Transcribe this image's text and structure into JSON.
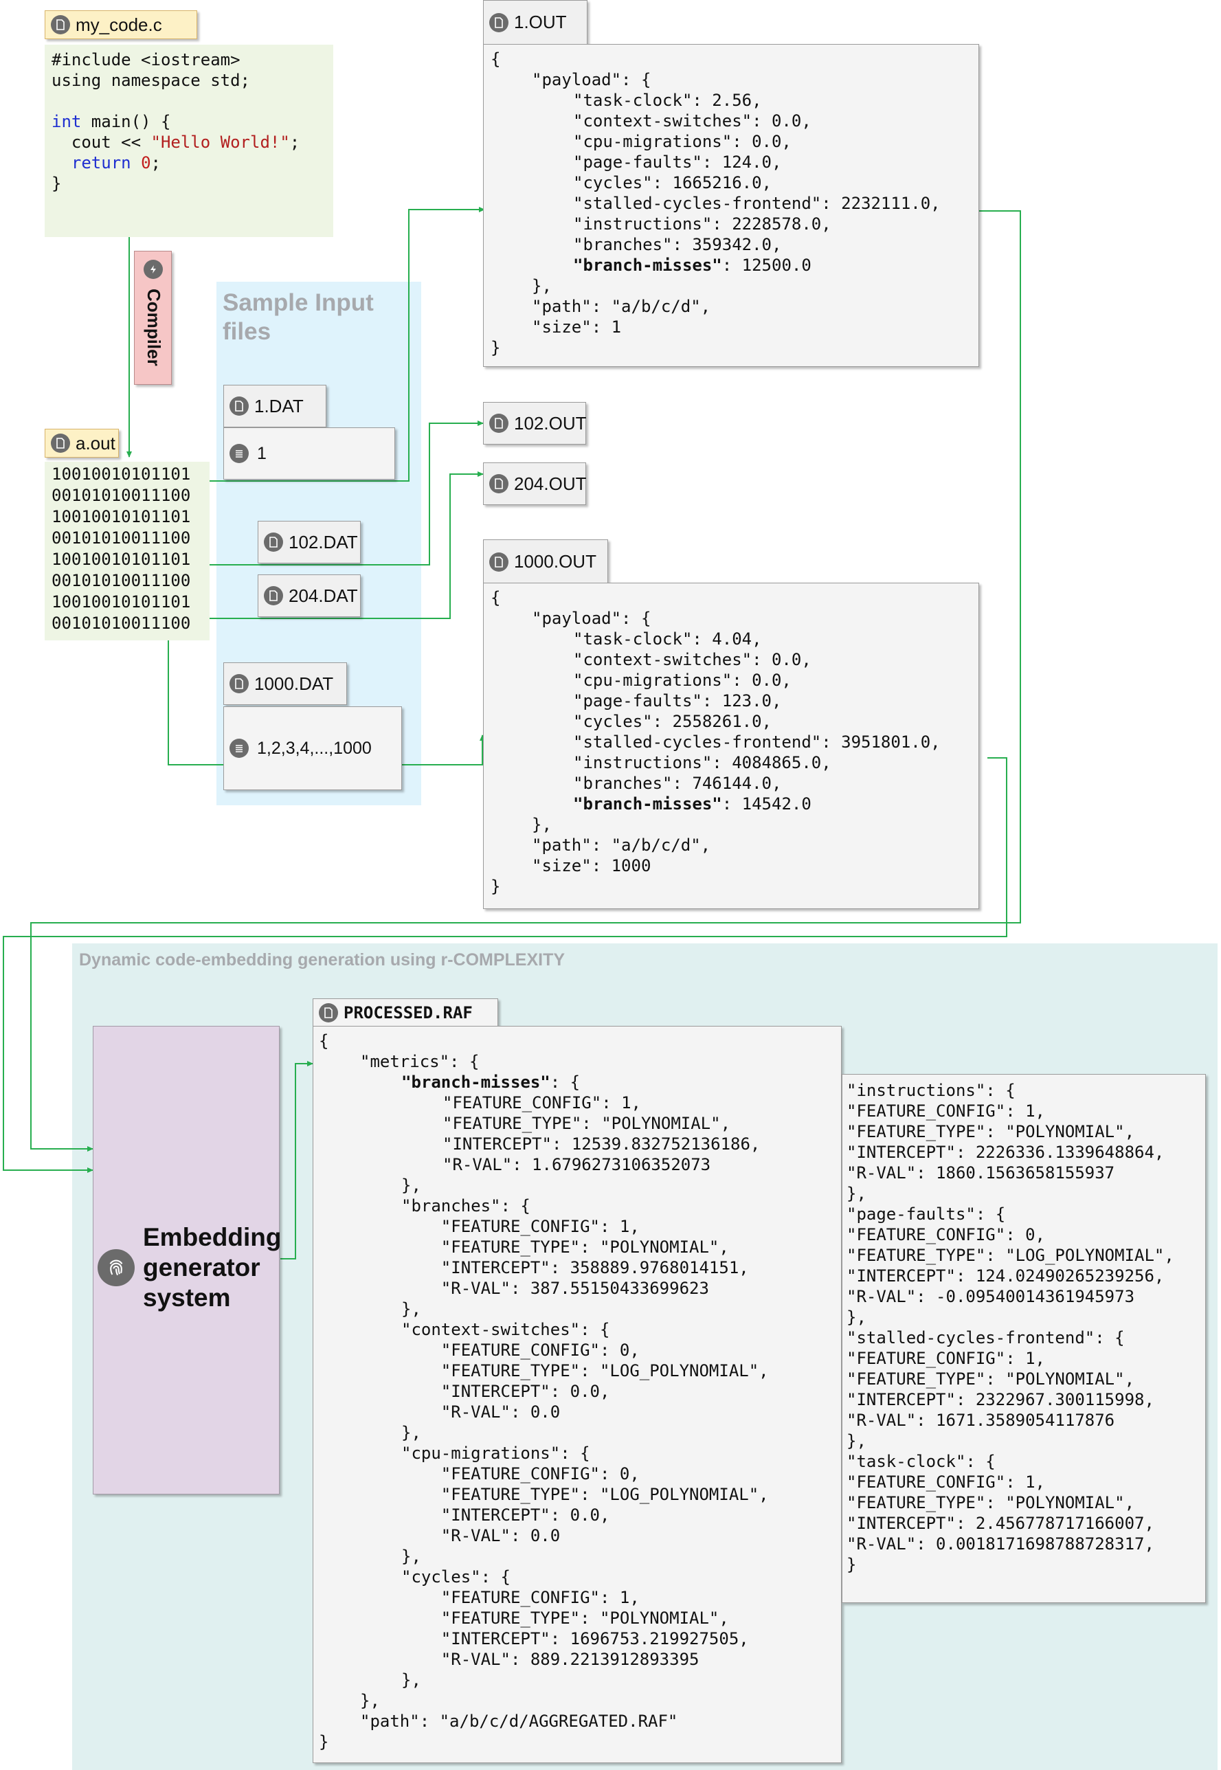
{
  "source_file": {
    "tab": "my_code.c",
    "lines": [
      "#include <iostream>",
      "using namespace std;",
      "",
      "int main() {",
      "  cout << \"Hello World!\";",
      "  return 0;",
      "}"
    ]
  },
  "compiler": {
    "label": "Compiler"
  },
  "binary": {
    "tab": "a.out",
    "lines": [
      "10010010101101",
      "00101010011100",
      "10010010101101",
      "00101010011100",
      "10010010101101",
      "00101010011100",
      "10010010101101",
      "00101010011100"
    ]
  },
  "sample_inputs": {
    "title": "Sample Input files",
    "files": [
      {
        "name": "1.DAT",
        "content": "1"
      },
      {
        "name": "102.DAT"
      },
      {
        "name": "204.DAT"
      },
      {
        "name": "1000.DAT",
        "content": "1,2,3,4,...,1000"
      }
    ]
  },
  "outputs": {
    "out1": {
      "tab": "1.OUT",
      "open": "{",
      "payload_key": "\"payload\": {",
      "lines": [
        "\"task-clock\": 2.56,",
        "\"context-switches\": 0.0,",
        "\"cpu-migrations\": 0.0,",
        "\"page-faults\": 124.0,",
        "\"cycles\": 1665216.0,",
        "\"stalled-cycles-frontend\": 2232111.0,",
        "\"instructions\": 2228578.0,",
        "\"branches\": 359342.0,"
      ],
      "bm_key": "\"branch-misses\"",
      "bm_val": ": 12500.0",
      "close_payload": "},",
      "path": "\"path\": \"a/b/c/d\",",
      "size": "\"size\": 1",
      "close": "}"
    },
    "out102": {
      "tab": "102.OUT"
    },
    "out204": {
      "tab": "204.OUT"
    },
    "out1000": {
      "tab": "1000.OUT",
      "open": "{",
      "payload_key": "\"payload\": {",
      "lines": [
        "\"task-clock\": 4.04,",
        "\"context-switches\": 0.0,",
        "\"cpu-migrations\": 0.0,",
        "\"page-faults\": 123.0,",
        "\"cycles\": 2558261.0,",
        "\"stalled-cycles-frontend\": 3951801.0,",
        "\"instructions\": 4084865.0,",
        "\"branches\": 746144.0,"
      ],
      "bm_key": "\"branch-misses\"",
      "bm_val": ": 14542.0",
      "close_payload": "},",
      "path": "\"path\": \"a/b/c/d\",",
      "size": "\"size\": 1000",
      "close": "}"
    }
  },
  "embedding": {
    "section_title": "Dynamic code-embedding generation using r-COMPLEXITY",
    "system_label": "Embedding generator system",
    "processed": {
      "tab": "PROCESSED.RAF",
      "open": "{",
      "metrics_key": "\"metrics\": {",
      "bm_key": "\"branch-misses\"",
      "bm_rest": ": {",
      "bm_lines": [
        "\"FEATURE_CONFIG\": 1,",
        "\"FEATURE_TYPE\": \"POLYNOMIAL\",",
        "\"INTERCEPT\": 12539.832752136186,",
        "\"R-VAL\": 1.6796273106352073"
      ],
      "rest_lines": [
        "},",
        "\"branches\": {",
        "    \"FEATURE_CONFIG\": 1,",
        "    \"FEATURE_TYPE\": \"POLYNOMIAL\",",
        "    \"INTERCEPT\": 358889.9768014151,",
        "    \"R-VAL\": 387.55150433699623",
        "},",
        "\"context-switches\": {",
        "    \"FEATURE_CONFIG\": 0,",
        "    \"FEATURE_TYPE\": \"LOG_POLYNOMIAL\",",
        "    \"INTERCEPT\": 0.0,",
        "    \"R-VAL\": 0.0",
        "},",
        "\"cpu-migrations\": {",
        "    \"FEATURE_CONFIG\": 0,",
        "    \"FEATURE_TYPE\": \"LOG_POLYNOMIAL\",",
        "    \"INTERCEPT\": 0.0,",
        "    \"R-VAL\": 0.0",
        "},",
        "\"cycles\": {",
        "    \"FEATURE_CONFIG\": 1,",
        "    \"FEATURE_TYPE\": \"POLYNOMIAL\",",
        "    \"INTERCEPT\": 1696753.219927505,",
        "    \"R-VAL\": 889.2213912893395",
        "},"
      ],
      "close_metrics": "},",
      "path": "\"path\": \"a/b/c/d/AGGREGATED.RAF\"",
      "close": "}"
    },
    "continued": {
      "lines": [
        "\"instructions\": {",
        "\"FEATURE_CONFIG\": 1,",
        "\"FEATURE_TYPE\": \"POLYNOMIAL\",",
        "\"INTERCEPT\": 2226336.1339648864,",
        "\"R-VAL\": 1860.1563658155937",
        "},",
        "\"page-faults\": {",
        "\"FEATURE_CONFIG\": 0,",
        "\"FEATURE_TYPE\": \"LOG_POLYNOMIAL\",",
        "\"INTERCEPT\": 124.02490265239256,",
        "\"R-VAL\": -0.09540014361945973",
        "},",
        "\"stalled-cycles-frontend\": {",
        "\"FEATURE_CONFIG\": 1,",
        "\"FEATURE_TYPE\": \"POLYNOMIAL\",",
        "\"INTERCEPT\": 2322967.300115998,",
        "\"R-VAL\": 1671.3589054117876",
        "},",
        "\"task-clock\": {",
        "\"FEATURE_CONFIG\": 1,",
        "\"FEATURE_TYPE\": \"POLYNOMIAL\",",
        "\"INTERCEPT\": 2.456778717166007,",
        "\"R-VAL\": 0.0018171698788728317,",
        "}"
      ]
    }
  },
  "colors": {
    "connector": "#27ae4f",
    "source_bg": "#eef5e4",
    "tab_yellow": "#fdf1c6",
    "compiler_bg": "#f6c6c6",
    "sample_bg": "#dff3fc",
    "embedding_bg": "#e0f0f0",
    "system_bg": "#e2d5e6",
    "panel_bg": "#f4f4f4"
  },
  "icons": [
    "file-icon",
    "list-icon",
    "compiler-icon",
    "fingerprint-icon"
  ]
}
